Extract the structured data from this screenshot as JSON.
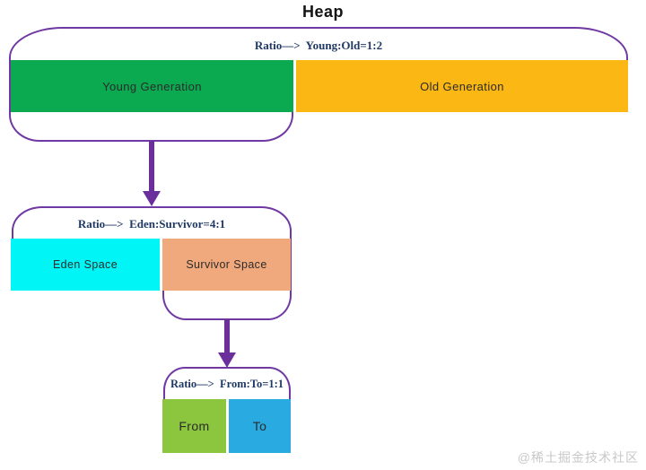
{
  "page": {
    "title": "Heap",
    "watermark": "@稀土掘金技术社区"
  },
  "colors": {
    "outline_purple": "#7038A2",
    "arrow_purple": "#6B2F9C",
    "ratio_text": "#1F3864",
    "label_text": "#2B2B2B",
    "watermark_text": "#C8C8C8"
  },
  "diagram": {
    "levels": [
      {
        "name": "heap",
        "ratio_label": "Ratio—>  Young:Old=1:2",
        "boxes": [
          {
            "label": "Young Generation",
            "color": "#0BA950"
          },
          {
            "label": "Old Generation",
            "color": "#FBB713"
          }
        ]
      },
      {
        "name": "young-generation-detail",
        "ratio_label": "Ratio—>  Eden:Survivor=4:1",
        "boxes": [
          {
            "label": "Eden Space",
            "color": "#00F6F6"
          },
          {
            "label": "Survivor Space",
            "color": "#F0A97C"
          }
        ]
      },
      {
        "name": "survivor-space-detail",
        "ratio_label": "Ratio—>  From:To=1:1",
        "boxes": [
          {
            "label": "From",
            "color": "#8CC63F"
          },
          {
            "label": "To",
            "color": "#29ABE2"
          }
        ]
      }
    ]
  }
}
